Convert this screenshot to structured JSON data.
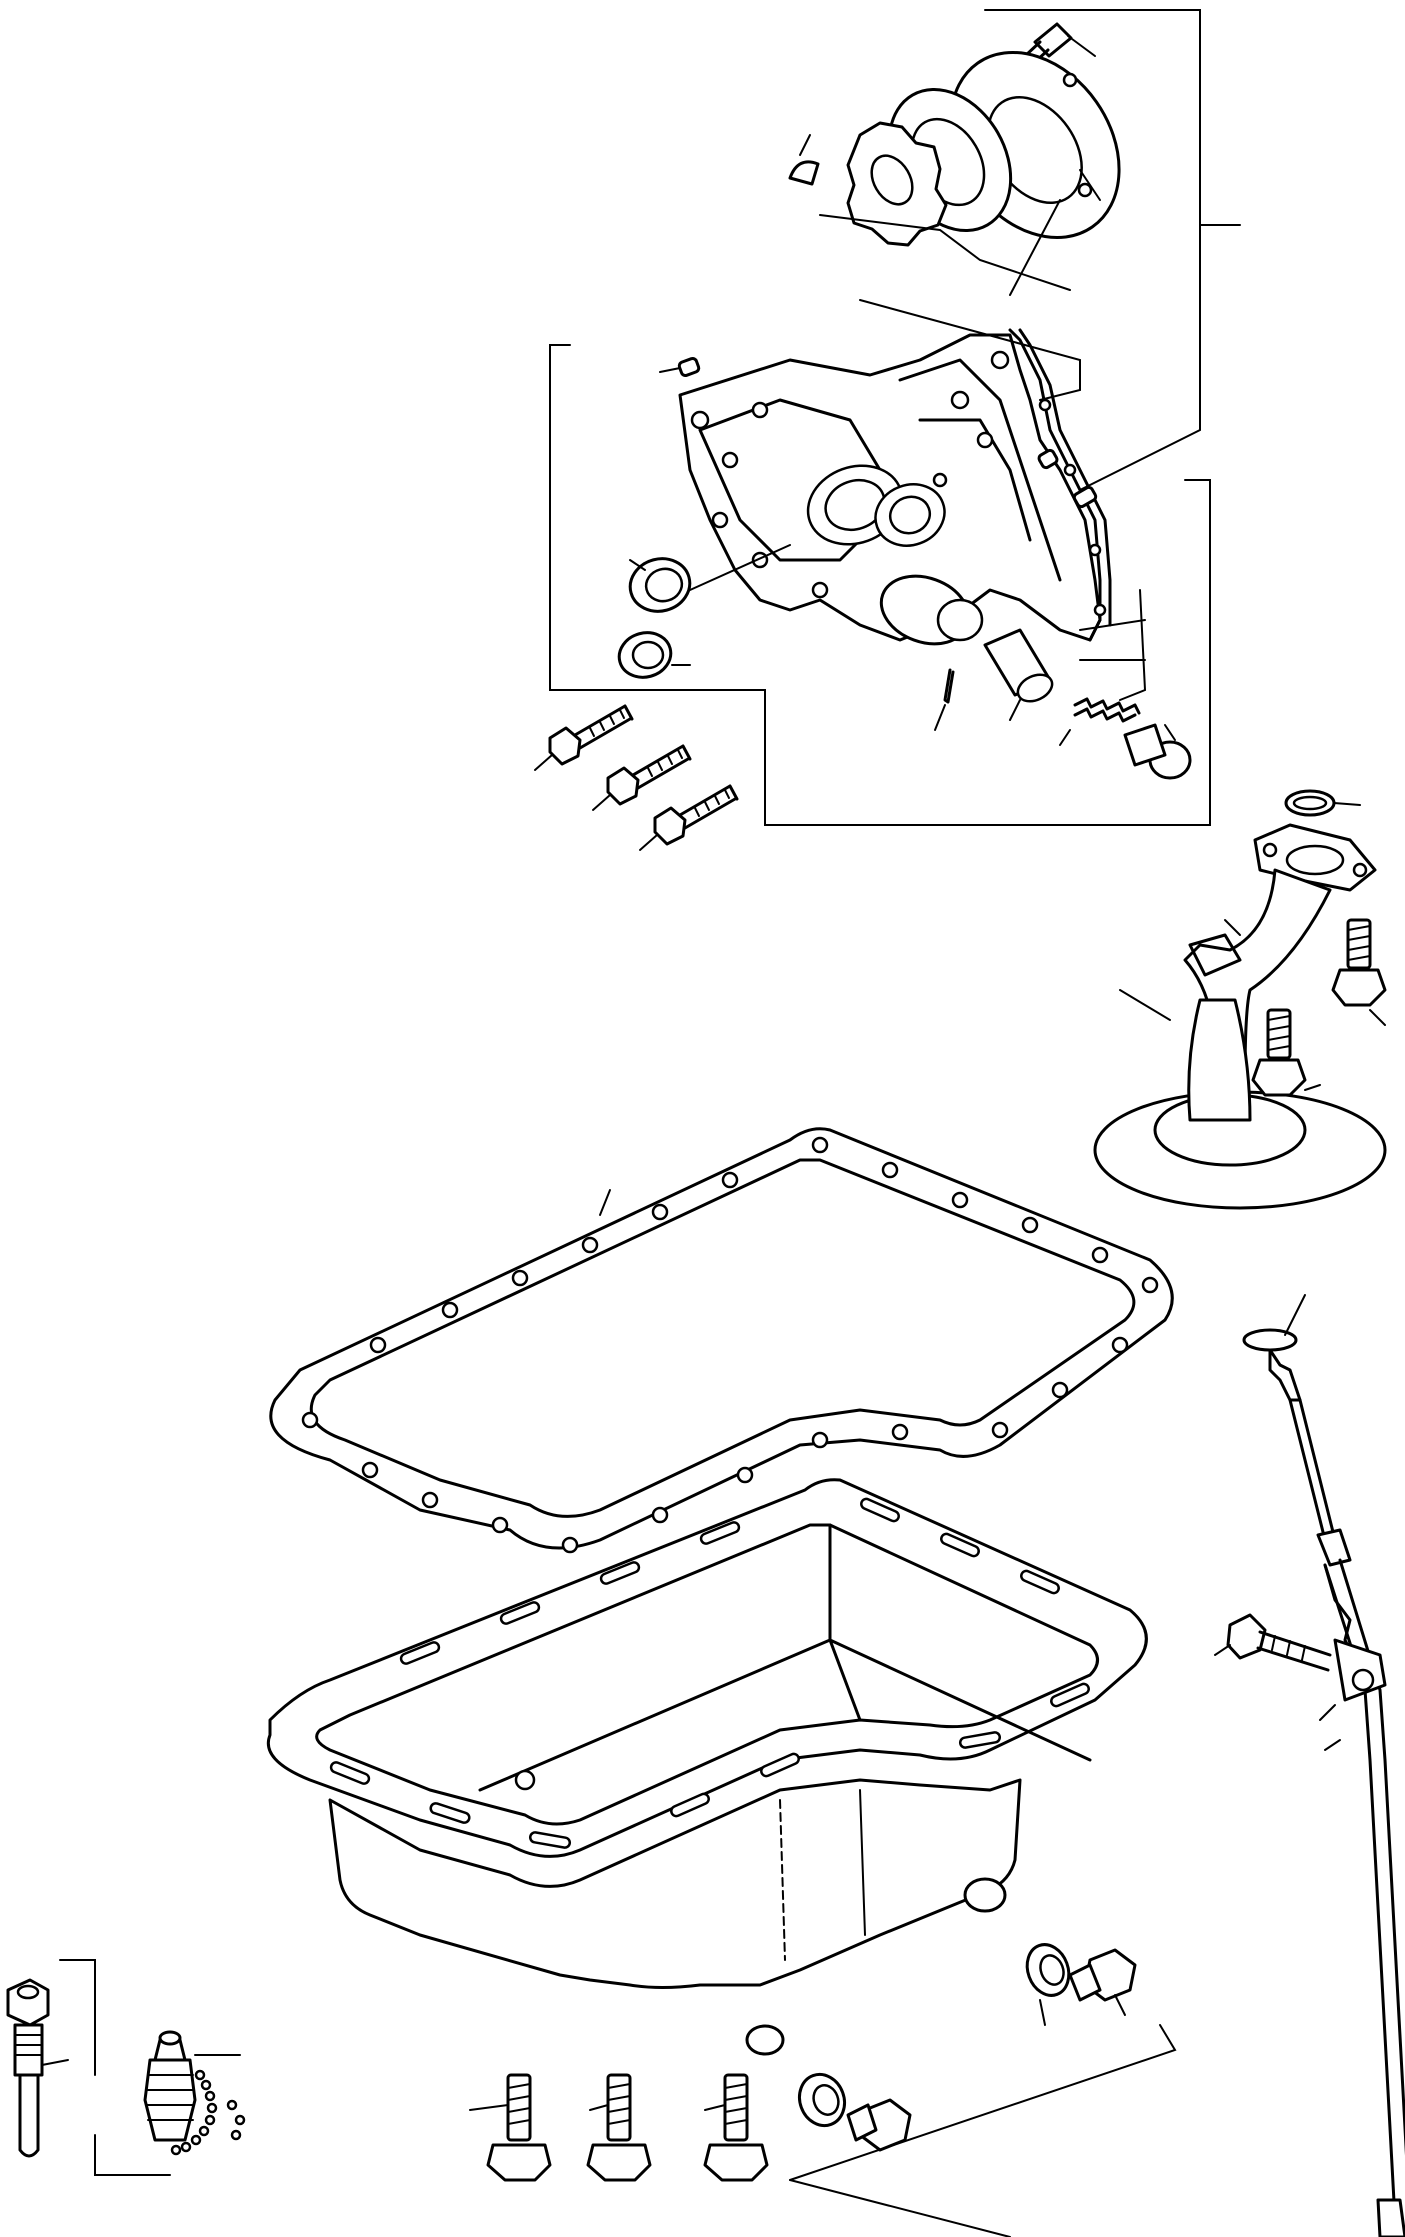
{
  "diagram": {
    "type": "exploded-parts-view",
    "colors": {
      "line": "#000000",
      "background": "#ffffff"
    },
    "parts": [
      "oil-pump-cover-screw",
      "oil-pump-cover-plate",
      "oil-pump-outer-rotor",
      "oil-pump-inner-rotor",
      "woodruff-key",
      "oil-pump-housing",
      "housing-gasket",
      "dowel-pin",
      "crankshaft-oil-seal",
      "oil-seal-ring",
      "relief-valve-plunger",
      "relief-valve-spring",
      "relief-valve-plug",
      "split-pin",
      "pump-mounting-bolts",
      "oil-strainer-o-ring",
      "oil-strainer",
      "strainer-bolts",
      "oil-pan-gasket",
      "oil-pan",
      "drain-plug",
      "drain-plug-washer",
      "oil-pan-bolts",
      "dipstick",
      "dipstick-guide-tube",
      "dipstick-guide-bolt",
      "oil-pressure-union",
      "oil-drain-valve-with-chain"
    ]
  }
}
